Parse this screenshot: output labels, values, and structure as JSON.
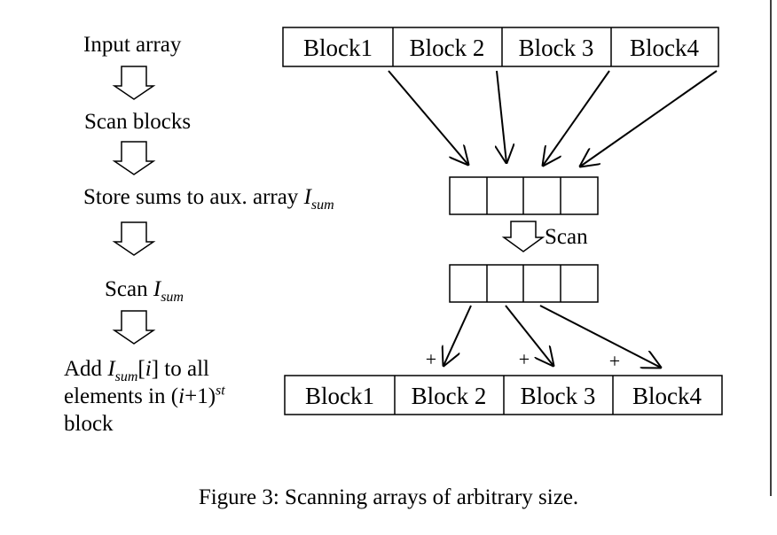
{
  "steps": {
    "input_array": "Input array",
    "scan_blocks": "Scan blocks",
    "store_sums_text": "Store sums to aux. array ",
    "store_sums_var": "I",
    "store_sums_sub": "sum",
    "scan_isum_text": "Scan ",
    "scan_isum_var": "I",
    "scan_isum_sub": "sum",
    "add_prefix": "Add ",
    "add_var": "I",
    "add_sub": "sum",
    "add_index_open": "[",
    "add_index_var": "i",
    "add_index_close": "] to all",
    "add_line2_text": "elements in (",
    "add_line2_var": "i",
    "add_line2_plus": "+1)",
    "add_line2_sup": "st",
    "add_line3": "block"
  },
  "top_blocks": [
    "Block1",
    "Block 2",
    "Block 3",
    "Block4"
  ],
  "bottom_blocks": [
    "Block1",
    "Block 2",
    "Block 3",
    "Block4"
  ],
  "scan_label": "Scan",
  "plus_signs": [
    "+",
    "+",
    "+"
  ],
  "caption": "Figure 3: Scanning arrays of arbitrary size."
}
